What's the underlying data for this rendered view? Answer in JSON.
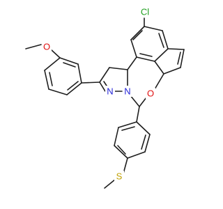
{
  "structure": {
    "atoms": {
      "cl": {
        "label": "Cl",
        "color": "#1fa01f"
      },
      "o_methoxy": {
        "label": "O",
        "color": "#e01010"
      },
      "o_ring": {
        "label": "O",
        "color": "#e01010"
      },
      "n_imine": {
        "label": "N",
        "color": "#2424d8"
      },
      "n_ring": {
        "label": "N",
        "color": "#2424d8"
      },
      "s": {
        "label": "S",
        "color": "#c0a000"
      }
    },
    "bond_color": "#1e1e1e",
    "background": "#ffffff"
  }
}
